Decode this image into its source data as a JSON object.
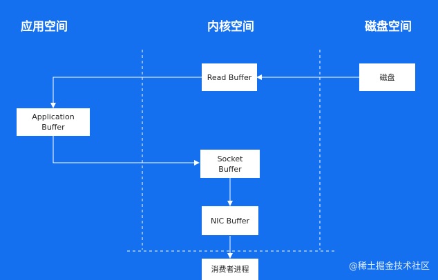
{
  "columns": {
    "app": "应用空间",
    "kernel": "内核空间",
    "disk": "磁盘空间"
  },
  "nodes": {
    "read_buffer": "Read Buffer",
    "disk": "磁盘",
    "app_buffer_line1": "Application",
    "app_buffer_line2": "Buffer",
    "socket_buffer_line1": "Socket",
    "socket_buffer_line2": "Buffer",
    "nic_buffer": "NIC Buffer",
    "consumer": "消费者进程"
  },
  "watermark": "@稀土掘金技术社区",
  "colors": {
    "background": "#1570ef",
    "box": "#ffffff",
    "line": "#ffffff"
  }
}
